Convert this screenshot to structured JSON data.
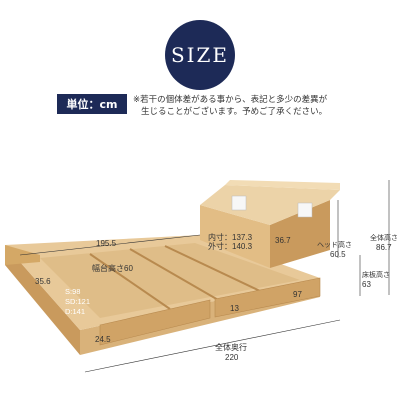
{
  "header": {
    "badge": "SIZE",
    "unit_label": "単位：cm",
    "note_line1": "※若干の個体差がある事から、表記と多少の差異が",
    "note_line2": "生じることがございます。予めご了承ください。"
  },
  "dimensions": {
    "width": "195.5",
    "inner": "内寸：137.3",
    "outer": "外寸：140.3",
    "headboard_depth": "36.7",
    "head_height_label": "ヘッド高さ",
    "head_height": "60.5",
    "total_height_label": "全体高さ",
    "total_height": "86.7",
    "floor_height_label": "床板高さ",
    "floor_height": "63",
    "sideboard_label": "幅台高さ60",
    "side_depth": "35.6",
    "size_s": "S:98",
    "size_sd": "SD:121",
    "size_d": "D:141",
    "drawer_height": "24.5",
    "drawer_depth": "13",
    "drawer_length": "97",
    "total_length_label": "全体奥行",
    "total_length": "220"
  },
  "colors": {
    "navy": "#1d2a57",
    "wood_light": "#e8c999",
    "wood_mid": "#d9b27a",
    "wood_dark": "#c99a5d"
  }
}
